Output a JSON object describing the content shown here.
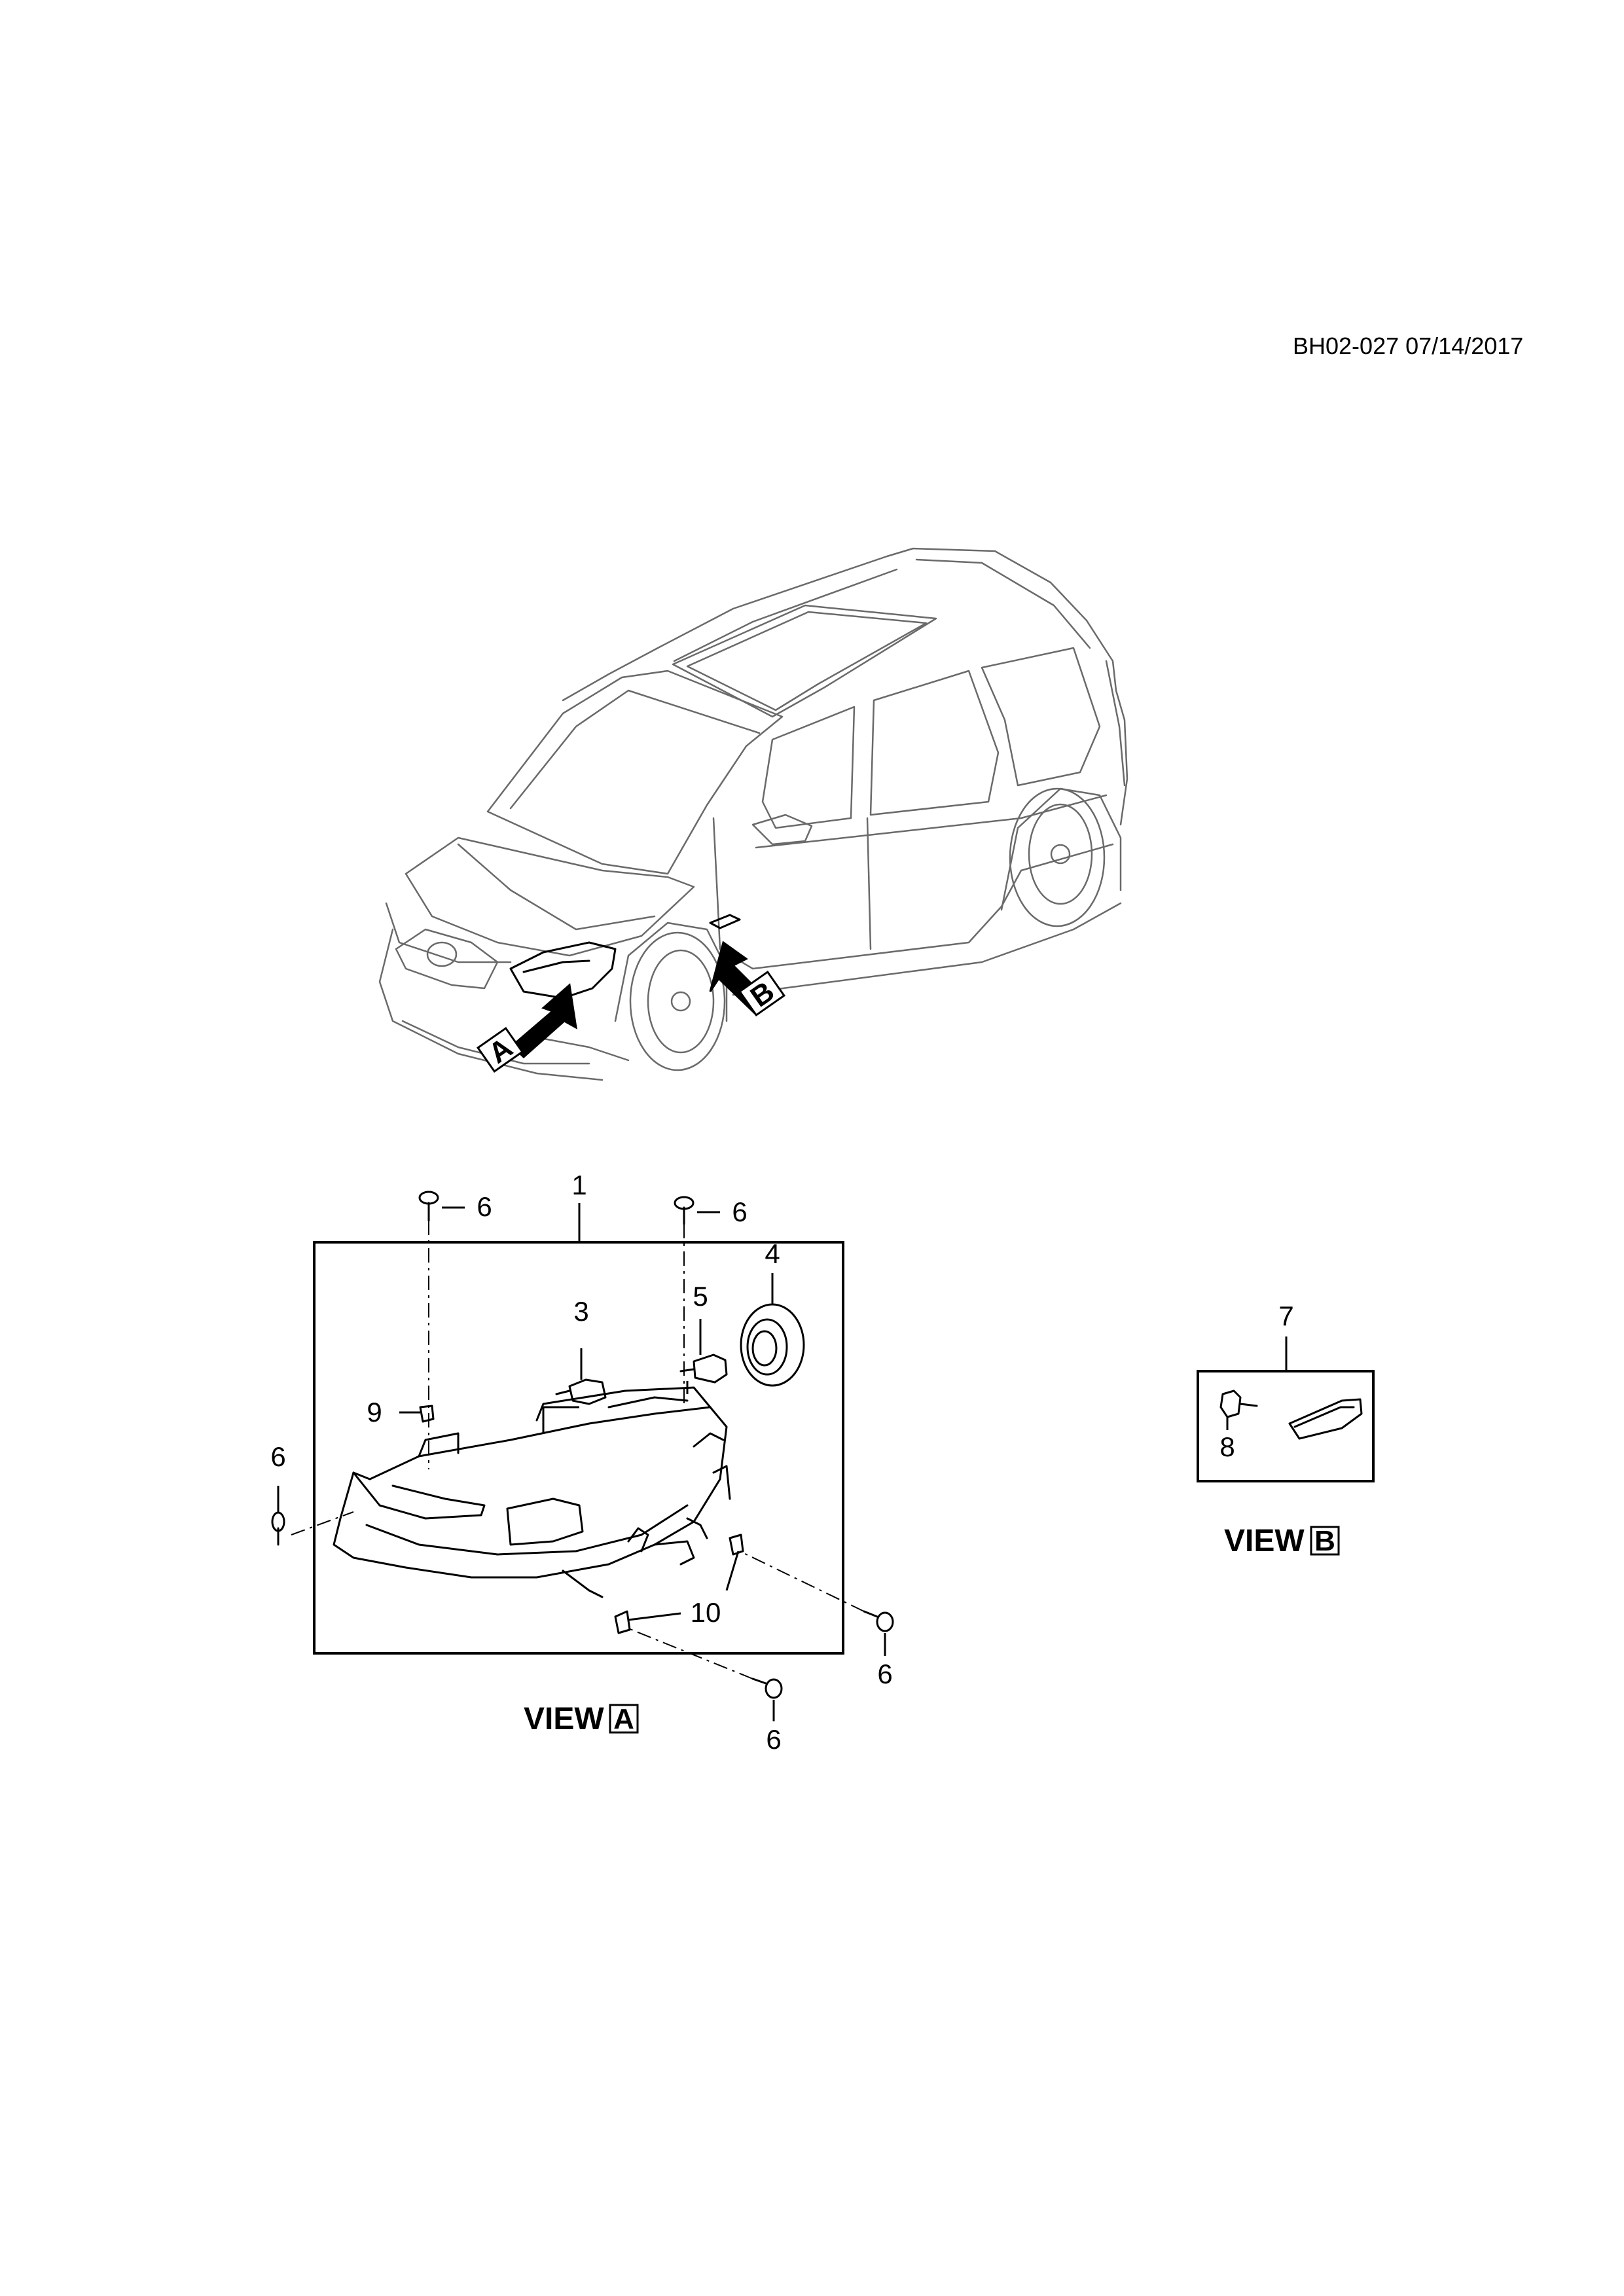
{
  "document": {
    "code": "BH02-027 07/14/2017"
  },
  "views": {
    "a": {
      "title": "VIEW",
      "letter": "A"
    },
    "b": {
      "title": "VIEW",
      "letter": "B"
    }
  },
  "arrows": {
    "a": "A",
    "b": "B"
  },
  "callouts": {
    "headlamp": "1",
    "bulb_3": "3",
    "cap_4": "4",
    "bulb_5": "5",
    "screw_top_left": "6",
    "screw_top_right": "6",
    "screw_left": "6",
    "screw_right": "6",
    "screw_bottom": "6",
    "side_marker": "7",
    "side_marker_bulb": "8",
    "clip_9": "9",
    "bracket_10": "10"
  }
}
